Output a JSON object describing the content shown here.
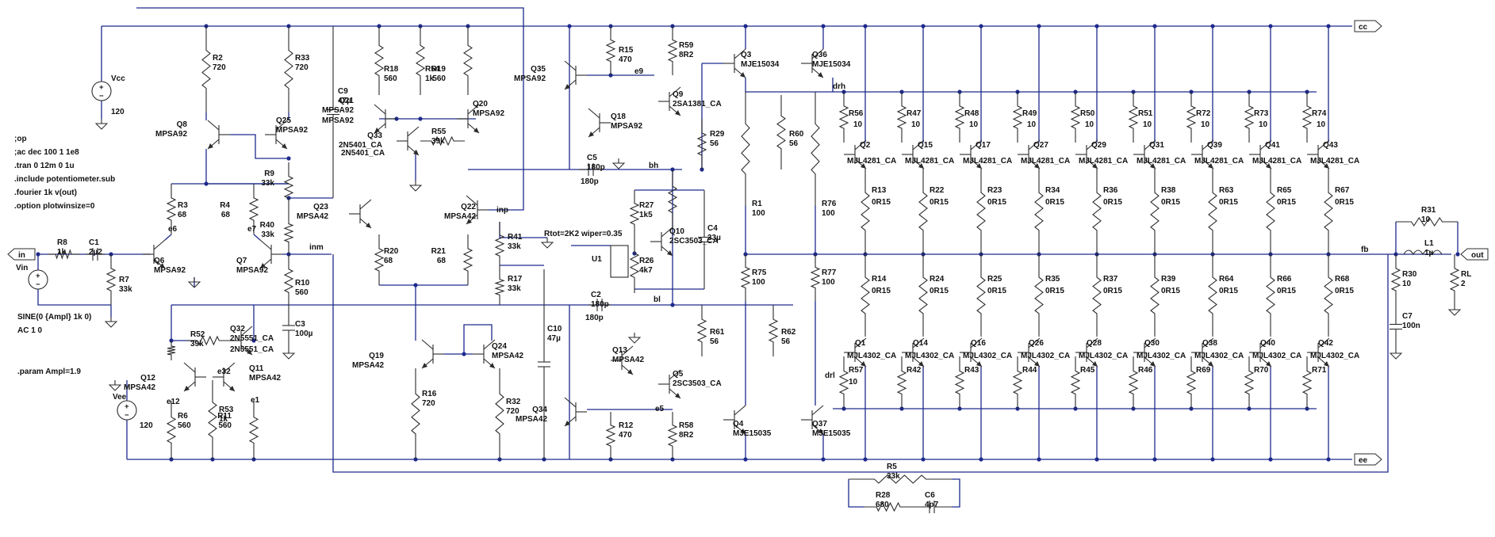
{
  "directives": [
    ";op",
    ";ac dec 100 1 1e8",
    ".tran 0 12m 0 1u",
    ".include potentiometer.sub",
    ".fourier 1k v(out)",
    ".option plotwinsize=0"
  ],
  "param": ".param Ampl=1.9",
  "source": {
    "name": "Vin",
    "value1": "SINE(0 {Ampl} 1k 0)",
    "value2": "AC 1 0"
  },
  "supplies": {
    "vcc": {
      "name": "Vcc",
      "value": "120"
    },
    "vee": {
      "name": "Vee",
      "value": "120"
    }
  },
  "pot_label": "Rtot=2K2 wiper=0.35",
  "nets": {
    "cc": "cc",
    "ee": "ee",
    "in": "in",
    "out": "out",
    "inm": "inm",
    "inp": "inp",
    "e9": "e9",
    "bh": "bh",
    "bl": "bl",
    "e5": "e5",
    "e6": "e6",
    "e7": "e7",
    "e12": "e12",
    "e1": "e1",
    "e32": "e32",
    "drh": "drh",
    "drl": "drl",
    "fb": "fb"
  },
  "components": [
    {
      "n": "R8",
      "v": "1k"
    },
    {
      "n": "C1",
      "v": "2µ2"
    },
    {
      "n": "R7",
      "v": "33k"
    },
    {
      "n": "R2",
      "v": "720"
    },
    {
      "n": "R33",
      "v": "720"
    },
    {
      "n": "Q8",
      "v": "MPSA92"
    },
    {
      "n": "Q25",
      "v": "MPSA92"
    },
    {
      "n": "R9",
      "v": "33k"
    },
    {
      "n": "R40",
      "v": "33k"
    },
    {
      "n": "R3",
      "v": "68"
    },
    {
      "n": "R4",
      "v": "68"
    },
    {
      "n": "Q6",
      "v": "MPSA92"
    },
    {
      "n": "Q7",
      "v": "MPSA92"
    },
    {
      "n": "R10",
      "v": "560"
    },
    {
      "n": "C3",
      "v": "100µ"
    },
    {
      "n": "C9",
      "v": "47µ"
    },
    {
      "n": "R52",
      "v": "39k"
    },
    {
      "n": "Q32",
      "v": "2N5551_CA"
    },
    {
      "n": "Q12",
      "v": "MPSA42"
    },
    {
      "n": "Q11",
      "v": "MPSA42"
    },
    {
      "n": "R6",
      "v": "560"
    },
    {
      "n": "R53",
      "v": "1k"
    },
    {
      "n": "R11",
      "v": "560"
    },
    {
      "n": "R18",
      "v": "560"
    },
    {
      "n": "R54",
      "v": "1k"
    },
    {
      "n": "R19",
      "v": "560"
    },
    {
      "n": "Q21",
      "v": "MPSA92"
    },
    {
      "n": "Q20",
      "v": "MPSA92"
    },
    {
      "n": "Q33",
      "v": "2N5401_CA"
    },
    {
      "n": "R55",
      "v": "39k"
    },
    {
      "n": "Q23",
      "v": "MPSA42"
    },
    {
      "n": "Q22",
      "v": "MPSA42"
    },
    {
      "n": "R20",
      "v": "68"
    },
    {
      "n": "R21",
      "v": "68"
    },
    {
      "n": "R41",
      "v": "33k"
    },
    {
      "n": "R17",
      "v": "33k"
    },
    {
      "n": "C10",
      "v": "47µ"
    },
    {
      "n": "Q19",
      "v": "MPSA42"
    },
    {
      "n": "Q24",
      "v": "MPSA42"
    },
    {
      "n": "R16",
      "v": "720"
    },
    {
      "n": "R32",
      "v": "720"
    },
    {
      "n": "Q35",
      "v": "MPSA92"
    },
    {
      "n": "R15",
      "v": "470"
    },
    {
      "n": "R59",
      "v": "8R2"
    },
    {
      "n": "Q9",
      "v": "2SA1381_CA"
    },
    {
      "n": "Q18",
      "v": "MPSA92"
    },
    {
      "n": "C5",
      "v": "180p"
    },
    {
      "n": "R27",
      "v": "1k5"
    },
    {
      "n": "U1",
      "v": ""
    },
    {
      "n": "R26",
      "v": "4k7"
    },
    {
      "n": "Q10",
      "v": "2SC3503_CA"
    },
    {
      "n": "C4",
      "v": "33µ"
    },
    {
      "n": "C2",
      "v": "180p"
    },
    {
      "n": "Q13",
      "v": "MPSA42"
    },
    {
      "n": "Q34",
      "v": "MPSA42"
    },
    {
      "n": "Q5",
      "v": "2SC3503_CA"
    },
    {
      "n": "R12",
      "v": "470"
    },
    {
      "n": "R58",
      "v": "8R2"
    },
    {
      "n": "Q3",
      "v": "MJE15034"
    },
    {
      "n": "Q36",
      "v": "MJE15034"
    },
    {
      "n": "R29",
      "v": "56"
    },
    {
      "n": "R60",
      "v": "56"
    },
    {
      "n": "R1",
      "v": "100"
    },
    {
      "n": "R76",
      "v": "100"
    },
    {
      "n": "R75",
      "v": "100"
    },
    {
      "n": "R77",
      "v": "100"
    },
    {
      "n": "R61",
      "v": "56"
    },
    {
      "n": "R62",
      "v": "56"
    },
    {
      "n": "Q4",
      "v": "MJE15035"
    },
    {
      "n": "Q37",
      "v": "MJE15035"
    },
    {
      "n": "R5",
      "v": "33k"
    },
    {
      "n": "R28",
      "v": "680"
    },
    {
      "n": "C6",
      "v": "4p7"
    },
    {
      "n": "R31",
      "v": "10"
    },
    {
      "n": "L1",
      "v": "1µ"
    },
    {
      "n": "R30",
      "v": "10"
    },
    {
      "n": "C7",
      "v": "100n"
    },
    {
      "n": "RL",
      "v": "2"
    }
  ],
  "upper_stage": [
    {
      "r": "R56",
      "q": "Q2",
      "re": "R13"
    },
    {
      "r": "R47",
      "q": "Q15",
      "re": "R22"
    },
    {
      "r": "R48",
      "q": "Q17",
      "re": "R23"
    },
    {
      "r": "R49",
      "q": "Q27",
      "re": "R34"
    },
    {
      "r": "R50",
      "q": "Q29",
      "re": "R36"
    },
    {
      "r": "R51",
      "q": "Q31",
      "re": "R38"
    },
    {
      "r": "R72",
      "q": "Q39",
      "re": "R63"
    },
    {
      "r": "R73",
      "q": "Q41",
      "re": "R65"
    },
    {
      "r": "R74",
      "q": "Q43",
      "re": "R67"
    }
  ],
  "lower_stage": [
    {
      "re": "R14",
      "q": "Q1",
      "r": "R57"
    },
    {
      "re": "R24",
      "q": "Q14",
      "r": "R42"
    },
    {
      "re": "R25",
      "q": "Q16",
      "r": "R43"
    },
    {
      "re": "R35",
      "q": "Q26",
      "r": "R44"
    },
    {
      "re": "R37",
      "q": "Q28",
      "r": "R45"
    },
    {
      "re": "R39",
      "q": "Q30",
      "r": "R46"
    },
    {
      "re": "R64",
      "q": "Q38",
      "r": "R69"
    },
    {
      "re": "R66",
      "q": "Q40",
      "r": "R70"
    },
    {
      "re": "R68",
      "q": "Q42",
      "r": "R71"
    }
  ],
  "stage_values": {
    "base_r": "10",
    "emitter_r": "0R15",
    "upper_part": "MJL4281_CA",
    "lower_part": "MJL4302_CA"
  }
}
